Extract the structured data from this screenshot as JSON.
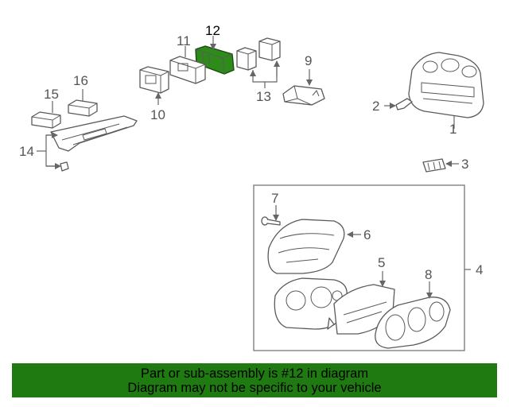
{
  "callouts": {
    "c1": "1",
    "c2": "2",
    "c3": "3",
    "c4": "4",
    "c5": "5",
    "c6": "6",
    "c7": "7",
    "c8": "8",
    "c9": "9",
    "c10": "10",
    "c11": "11",
    "c12": "12",
    "c13": "13",
    "c14": "14",
    "c15": "15",
    "c16": "16"
  },
  "highlight": {
    "part_number": "12",
    "color": "#2e8b1a",
    "banner_color": "#1f7a12"
  },
  "banner": {
    "line1": "Part or sub-assembly is #12 in diagram",
    "line2": "Diagram may not be specific to your vehicle"
  }
}
